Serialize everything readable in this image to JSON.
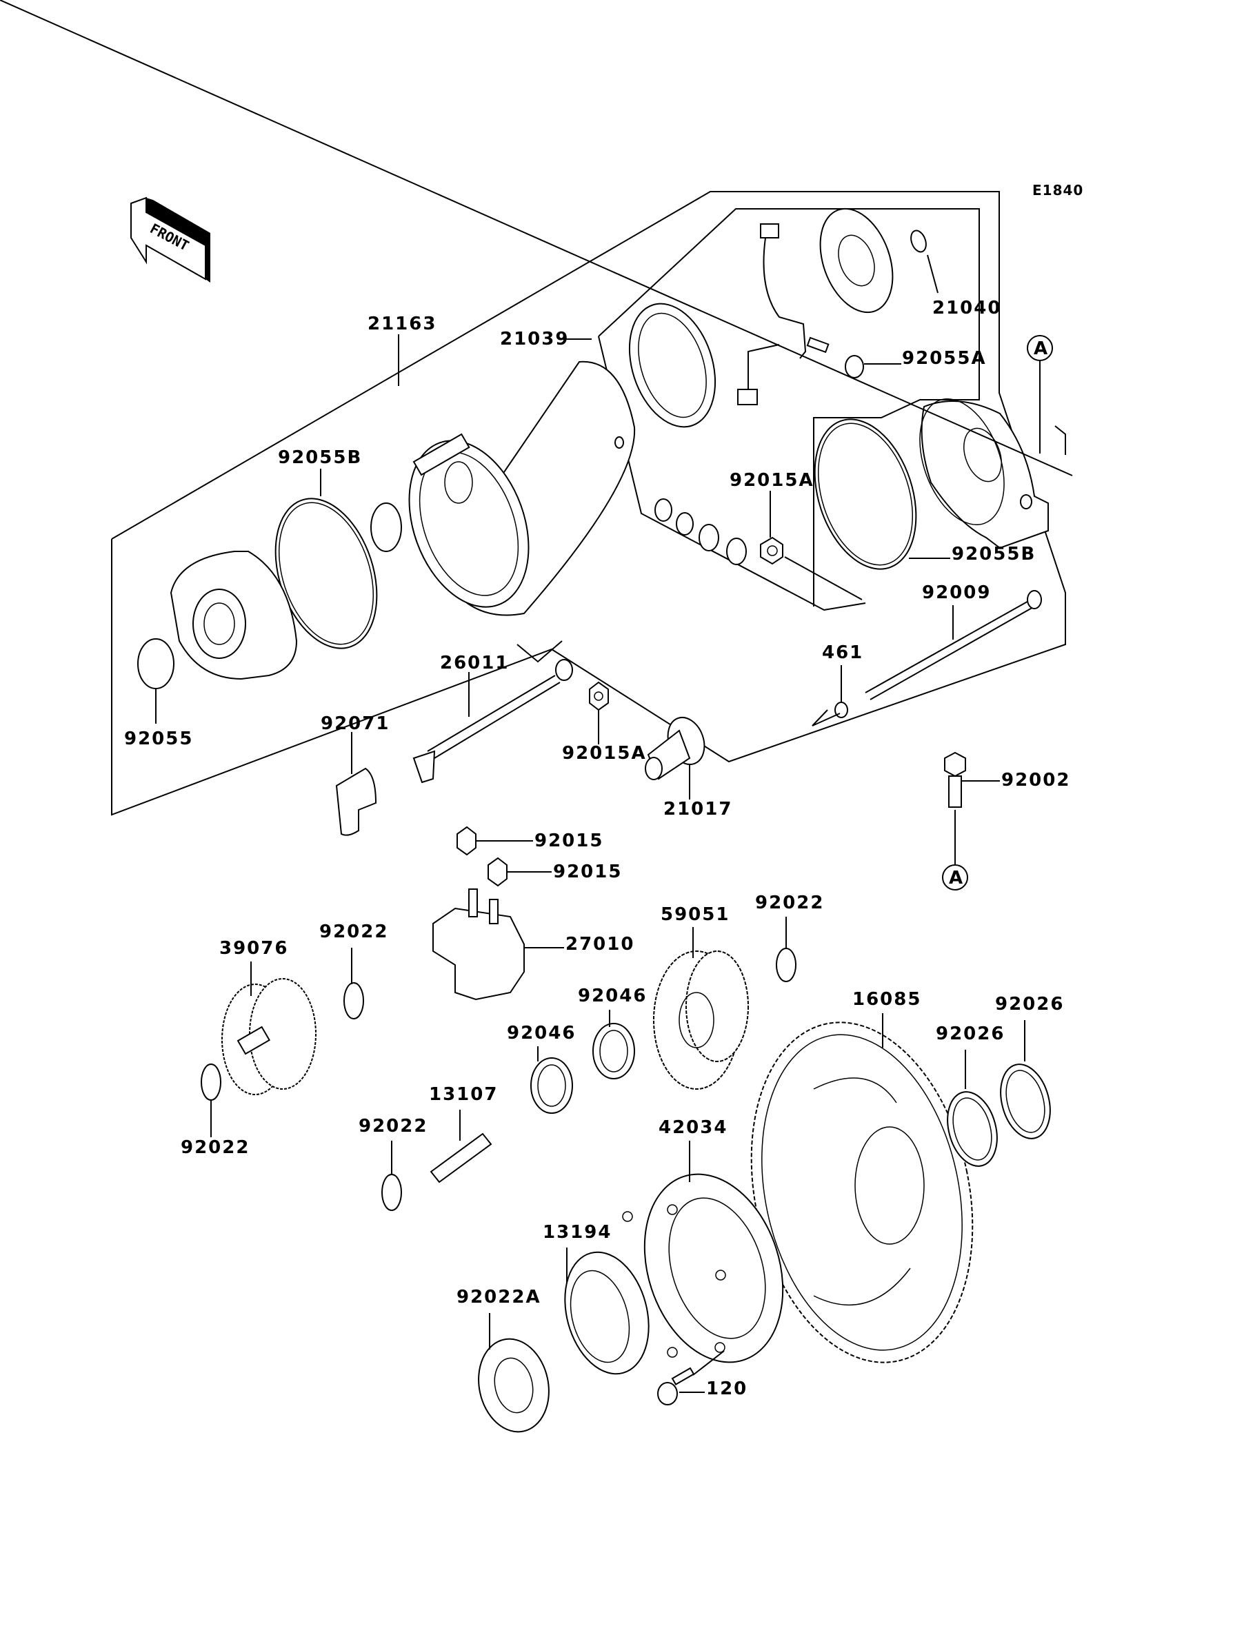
{
  "diagram": {
    "code": "E1840",
    "front_label": "FRONT",
    "reference_marker": "A",
    "parts": [
      {
        "id": "p21163",
        "number": "21163",
        "description": "starter motor assembly"
      },
      {
        "id": "p21039",
        "number": "21039",
        "description": "brush holder kit"
      },
      {
        "id": "p21040",
        "number": "21040",
        "description": "brush"
      },
      {
        "id": "p92055A_top",
        "number": "92055A",
        "description": "o-ring small"
      },
      {
        "id": "p92055B_left",
        "number": "92055B",
        "description": "o-ring large"
      },
      {
        "id": "p92015A_top",
        "number": "92015A",
        "description": "nut"
      },
      {
        "id": "p92055B_right",
        "number": "92055B",
        "description": "o-ring large"
      },
      {
        "id": "p92009",
        "number": "92009",
        "description": "through bolt"
      },
      {
        "id": "p461",
        "number": "461",
        "description": "washer"
      },
      {
        "id": "p26011",
        "number": "26011",
        "description": "lead wire"
      },
      {
        "id": "p92071",
        "number": "92071",
        "description": "cap"
      },
      {
        "id": "p92055",
        "number": "92055",
        "description": "o-ring"
      },
      {
        "id": "p92015A_mid",
        "number": "92015A",
        "description": "nut"
      },
      {
        "id": "p21017",
        "number": "21017",
        "description": "terminal boot"
      },
      {
        "id": "p92002",
        "number": "92002",
        "description": "bolt"
      },
      {
        "id": "p92015_a",
        "number": "92015",
        "description": "nut"
      },
      {
        "id": "p92015_b",
        "number": "92015",
        "description": "nut"
      },
      {
        "id": "p59051",
        "number": "59051",
        "description": "idle gear"
      },
      {
        "id": "p92022_right",
        "number": "92022",
        "description": "washer"
      },
      {
        "id": "p39076",
        "number": "39076",
        "description": "idle gear assembly"
      },
      {
        "id": "p92022_top",
        "number": "92022",
        "description": "washer"
      },
      {
        "id": "p27010",
        "number": "27010",
        "description": "starter relay"
      },
      {
        "id": "p16085",
        "number": "16085",
        "description": "starter gear"
      },
      {
        "id": "p92026_right",
        "number": "92026",
        "description": "spacer"
      },
      {
        "id": "p92046_a",
        "number": "92046",
        "description": "needle bearing"
      },
      {
        "id": "p92046_b",
        "number": "92046",
        "description": "needle bearing"
      },
      {
        "id": "p92026_left",
        "number": "92026",
        "description": "spacer"
      },
      {
        "id": "p92022_bottom_left",
        "number": "92022",
        "description": "washer"
      },
      {
        "id": "p13107",
        "number": "13107",
        "description": "shaft"
      },
      {
        "id": "p92022_bottom",
        "number": "92022",
        "description": "washer"
      },
      {
        "id": "p42034",
        "number": "42034",
        "description": "clutch housing"
      },
      {
        "id": "p13194",
        "number": "13194",
        "description": "one-way clutch"
      },
      {
        "id": "p92022A",
        "number": "92022A",
        "description": "washer"
      },
      {
        "id": "p120",
        "number": "120",
        "description": "bolt"
      }
    ]
  }
}
